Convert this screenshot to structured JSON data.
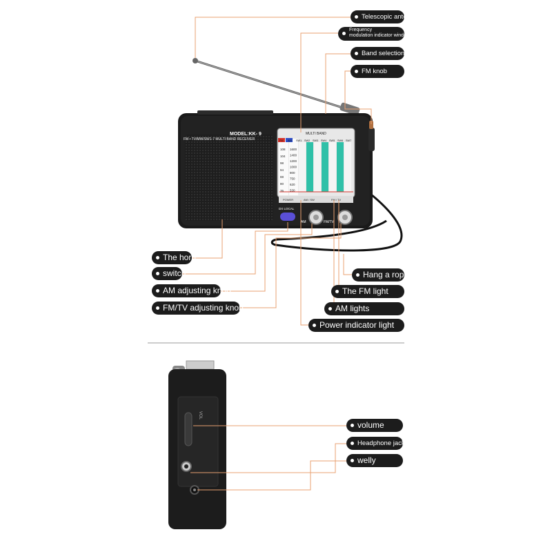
{
  "radio": {
    "model": "MODEL:KK- 9",
    "subtitle": "FM • TV/MW/SW1-7 MULTI BAND RECEIVER",
    "multiband": "MULTI BAND",
    "dial_headers": [
      "FM",
      "AM",
      "SW1",
      "SW2",
      "SW3",
      "SW4",
      "SW5",
      "SW6",
      "SW7"
    ],
    "fm_scale": [
      "108",
      "104",
      "98",
      "94",
      "88",
      "80",
      "76"
    ],
    "am_scale": [
      "1600",
      "1400",
      "1200",
      "1000",
      "800",
      "750",
      "620",
      "530"
    ],
    "power_label": "POWER",
    "am_sw_label": "AM / SW",
    "fm_tv_label": "FM / TV",
    "dx_local": "DX   LOCAL",
    "am_knob": "AM",
    "fm_knob": "FM/TV",
    "side_vol": "VOL"
  },
  "labels": {
    "telescopic_antenna": "Telescopic antenna",
    "freq_window_line1": "Frequency",
    "freq_window_line2": "modulation indicator window",
    "band_selection": "Band selection",
    "fm_knob": "FM knob",
    "horn": "The horn",
    "switch": "switch",
    "am_adjusting_knob": "AM adjusting knob",
    "fm_tv_adjusting_knob": "FM/TV adjusting knob",
    "hang_rope": "Hang a rope",
    "fm_light": "The FM light",
    "am_lights": "AM lights",
    "power_light": "Power indicator light",
    "volume": "volume",
    "headphone_jack": "Headphone jack",
    "welly": "welly"
  },
  "colors": {
    "leader_line": "#e8a070",
    "pill_bg": "#1c1c1c",
    "dial_teal": "#2fc0a8",
    "dial_red": "#d8342c",
    "dial_blue": "#3050c8"
  }
}
